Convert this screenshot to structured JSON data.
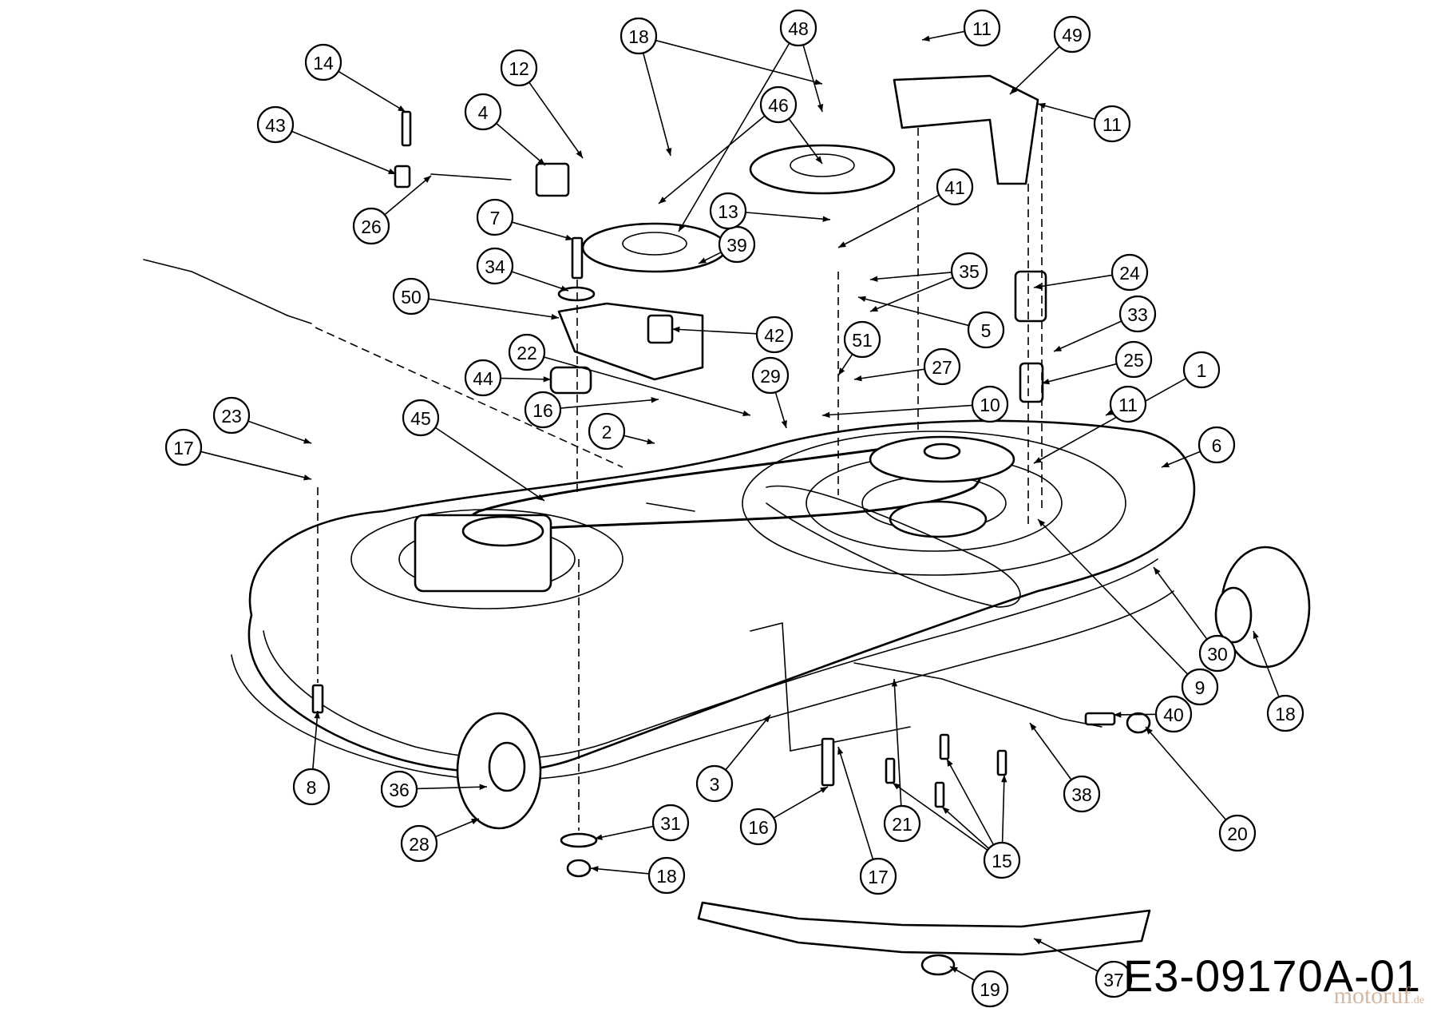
{
  "drawing_number": "E3-09170A-01",
  "watermark": "motoruf",
  "watermark_suffix": ".de",
  "callout_numbers": [
    "1",
    "2",
    "3",
    "4",
    "5",
    "6",
    "7",
    "8",
    "9",
    "10",
    "11",
    "12",
    "13",
    "14",
    "15",
    "16",
    "17",
    "18",
    "19",
    "20",
    "21",
    "22",
    "23",
    "24",
    "25",
    "26",
    "27",
    "28",
    "29",
    "30",
    "31",
    "33",
    "34",
    "35",
    "36",
    "37",
    "38",
    "39",
    "40",
    "41",
    "42",
    "43",
    "44",
    "45",
    "46",
    "48",
    "49",
    "50",
    "51"
  ]
}
